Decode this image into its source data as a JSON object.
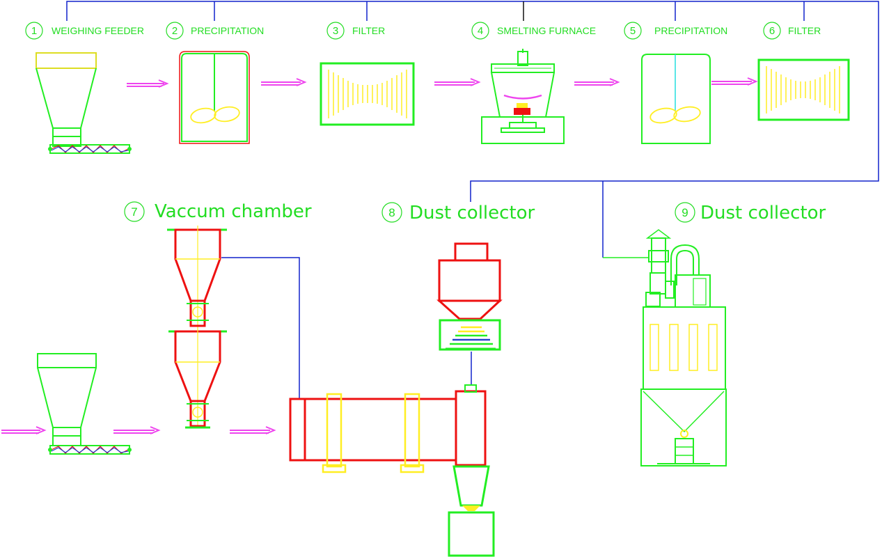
{
  "colors": {
    "equipment_green": "#22ee22",
    "equipment_red": "#ee1111",
    "equipment_yellow": "#ffee22",
    "pipe_blue": "#1122cc",
    "flow_arrow_magenta": "#ee44ee",
    "label_green": "#22dd22"
  },
  "stages": [
    {
      "number": "1",
      "label": "WEIGHING FEEDER"
    },
    {
      "number": "2",
      "label": "PRECIPITATION"
    },
    {
      "number": "3",
      "label": "FILTER"
    },
    {
      "number": "4",
      "label": "SMELTING FURNACE"
    },
    {
      "number": "5",
      "label": "PRECIPITATION"
    },
    {
      "number": "6",
      "label": "FILTER"
    },
    {
      "number": "7",
      "label": "Vaccum chamber"
    },
    {
      "number": "8",
      "label": "Dust collector"
    },
    {
      "number": "9",
      "label": "Dust collector"
    }
  ]
}
